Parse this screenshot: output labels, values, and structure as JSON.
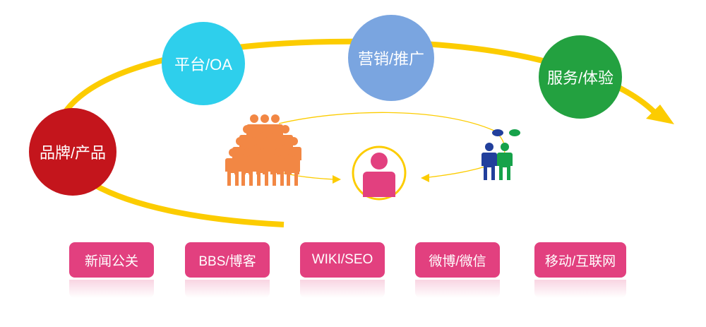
{
  "circles": [
    {
      "label": "品牌/产品",
      "color": "#c4151c"
    },
    {
      "label": "平台/OA",
      "color": "#2ecfec"
    },
    {
      "label": "营销/推广",
      "color": "#7aa5e0"
    },
    {
      "label": "服务/体验",
      "color": "#23a140"
    }
  ],
  "channels": [
    "新闻公关",
    "BBS/博客",
    "WIKI/SEO",
    "微博/微信",
    "移动/互联网"
  ],
  "colors": {
    "arc": "#fccc00",
    "crowd": "#f28744",
    "user": "#e2407f",
    "person_blue": "#213f9c",
    "person_green": "#16a24a"
  }
}
